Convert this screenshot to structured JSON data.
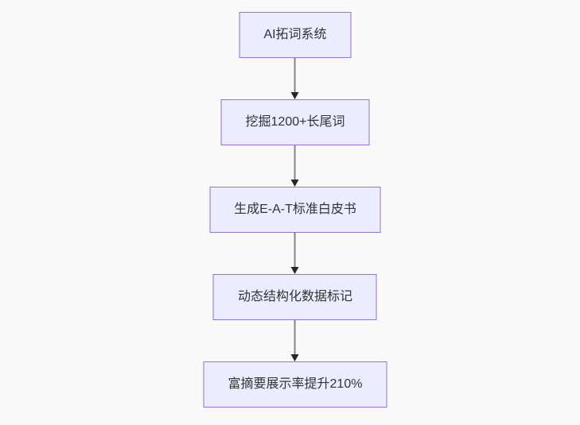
{
  "page": {
    "background_color": "#f9f9f9"
  },
  "flowchart": {
    "type": "flowchart",
    "direction": "top-down",
    "style": {
      "node_fill": "#ECECFF",
      "node_border": "#9370DB",
      "node_text_color": "#333333",
      "edge_line_color": "#858585",
      "arrowhead_color": "#262626"
    },
    "nodes": [
      {
        "id": "n1",
        "label": "AI拓词系统"
      },
      {
        "id": "n2",
        "label": "挖掘1200+长尾词"
      },
      {
        "id": "n3",
        "label": "生成E-A-T标准白皮书"
      },
      {
        "id": "n4",
        "label": "动态结构化数据标记"
      },
      {
        "id": "n5",
        "label": "富摘要展示率提升210%"
      }
    ],
    "edges": [
      {
        "from": "n1",
        "to": "n2"
      },
      {
        "from": "n2",
        "to": "n3"
      },
      {
        "from": "n3",
        "to": "n4"
      },
      {
        "from": "n4",
        "to": "n5"
      }
    ]
  }
}
